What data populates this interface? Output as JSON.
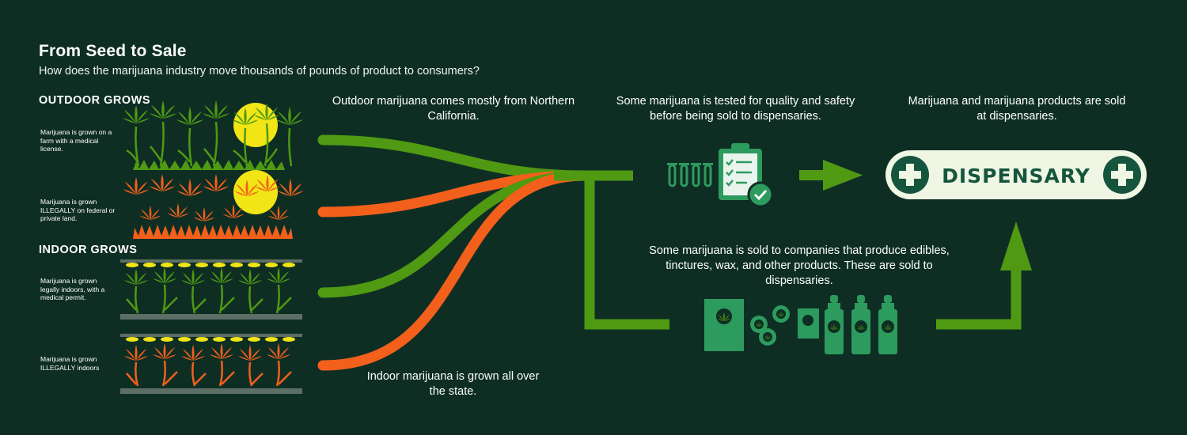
{
  "header": {
    "title": "From Seed to Sale",
    "subtitle": "How does the marijuana industry move thousands of pounds of product to consumers?"
  },
  "outdoor": {
    "label": "OUTDOOR GROWS",
    "farm_text": "Marijuana is grown on a farm with a medical license.",
    "illegal_text": "Marijuana is grown ILLEGALLY on federal or private land."
  },
  "indoor": {
    "label": "INDOOR GROWS",
    "legal_text": "Marijuana is grown legally indoors, with a medical permit.",
    "illegal_text": "Marijuana is grown ILLEGALLY indoors"
  },
  "captions": {
    "outdoor_source": "Outdoor marijuana comes mostly from Northern California.",
    "indoor_source": "Indoor marijuana is grown all over the state.",
    "testing": "Some marijuana is tested for quality and safety before being sold to dispensaries.",
    "dispensary": "Marijuana and marijuana products are sold at dispensaries.",
    "products": "Some marijuana is sold to companies that produce edibles, tinctures, wax, and other products. These are sold to dispensaries."
  },
  "dispensary": {
    "label": "DISPENSARY"
  },
  "icons": {
    "legal_plant": "leaf-icon-green",
    "illegal_plant": "leaf-icon-orange",
    "testing": "clipboard-check-icon",
    "products": "product-bottles-icon",
    "dispensary_cross": "plus-cross-icon"
  },
  "colors": {
    "background": "#0e2e24",
    "legal_green": "#4f9a12",
    "illegal_orange": "#f2601b",
    "sun_yellow": "#f1e515",
    "product_green": "#2d9b5e",
    "dispensary_fill": "#f0f6e4",
    "dispensary_text": "#15553d"
  }
}
